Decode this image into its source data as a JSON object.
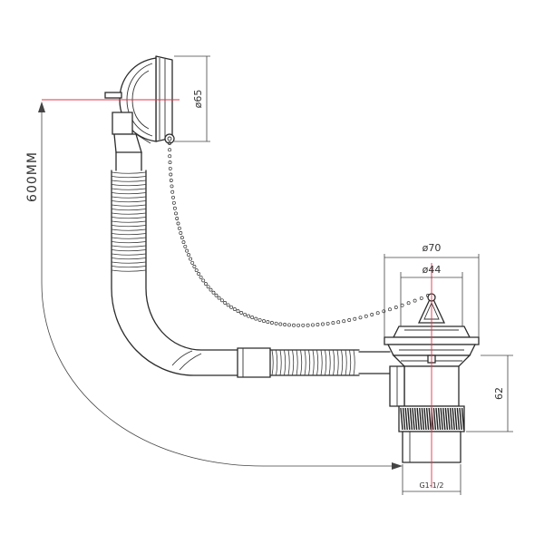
{
  "dimensions": {
    "overflow_diameter": "ø65",
    "total_length": "600MM",
    "outer_diameter": "ø70",
    "inner_diameter": "ø44",
    "waste_height": "62",
    "thread_size": "G1-1/2"
  },
  "colors": {
    "outline": "#2b2b2b",
    "center_line": "#e0344a",
    "dimension_line": "#444444"
  }
}
